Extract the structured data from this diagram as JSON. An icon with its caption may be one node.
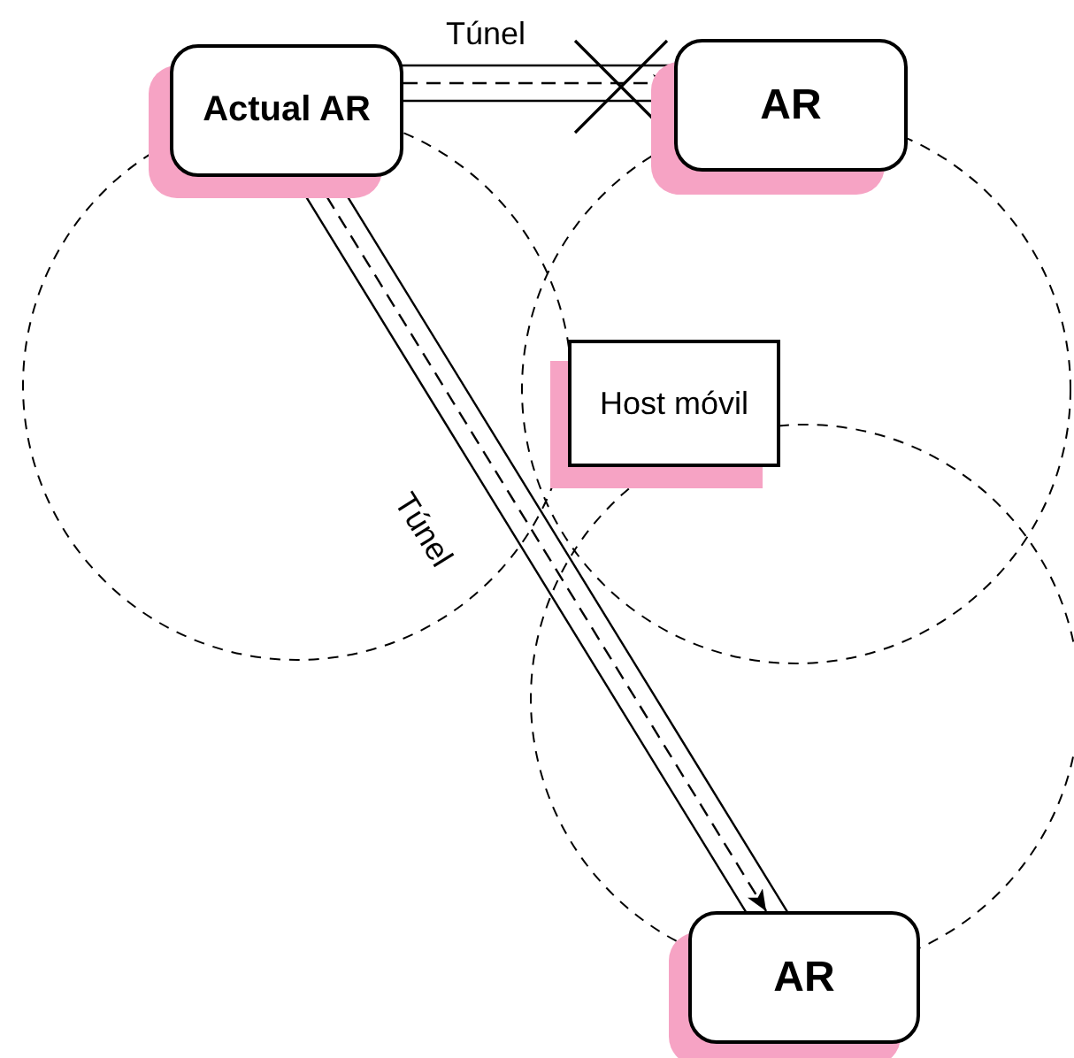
{
  "diagram": {
    "nodes": [
      {
        "text": [
          "Actual AR"
        ]
      },
      {
        "text": [
          "AR"
        ]
      },
      {
        "text": [
          "Host móvil"
        ]
      },
      {
        "text": [
          "AR"
        ]
      }
    ],
    "edges": [
      {
        "from": 0,
        "to": 1,
        "arrow": "to",
        "label": "Túnel",
        "style": "dashed"
      },
      {
        "from": 0,
        "to": 3,
        "arrow": "to",
        "label": "Túnel",
        "style": "dashed"
      }
    ]
  }
}
